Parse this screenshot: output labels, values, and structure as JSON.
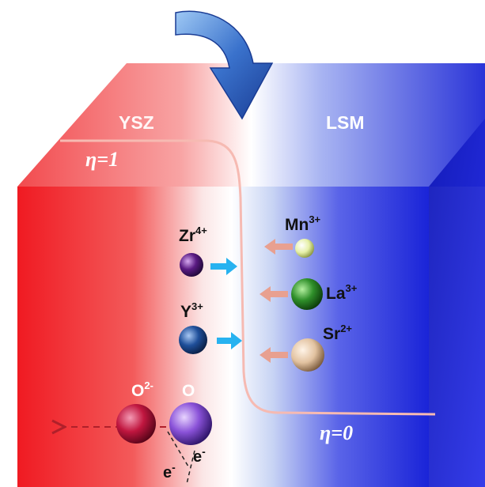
{
  "labels": {
    "left_material": "YSZ",
    "right_material": "LSM",
    "eta_high": "η=1",
    "eta_low": "η=0"
  },
  "ions": {
    "zr": {
      "symbol": "Zr",
      "charge": "4+",
      "color": "#5a1a82"
    },
    "y": {
      "symbol": "Y",
      "charge": "3+",
      "color": "#1f4f9a"
    },
    "mn": {
      "symbol": "Mn",
      "charge": "3+",
      "color": "#e6f0a8"
    },
    "la": {
      "symbol": "La",
      "charge": "3+",
      "color": "#2f8f2a"
    },
    "sr": {
      "symbol": "Sr",
      "charge": "2+",
      "color": "#e2c2a0"
    },
    "o2": {
      "symbol": "O",
      "charge": "2-",
      "color": "#c0163f"
    },
    "o": {
      "symbol": "O",
      "charge": "",
      "color": "#8a52d8"
    },
    "e_left": {
      "symbol": "e",
      "charge": "-"
    },
    "e_right": {
      "symbol": "e",
      "charge": "-"
    }
  },
  "colors": {
    "ysz": "#f0202a",
    "lsm": "#1a24d8",
    "curve": "#f4b8b0",
    "arrow_out": "#27b2f0",
    "arrow_in": "#e8a090"
  }
}
